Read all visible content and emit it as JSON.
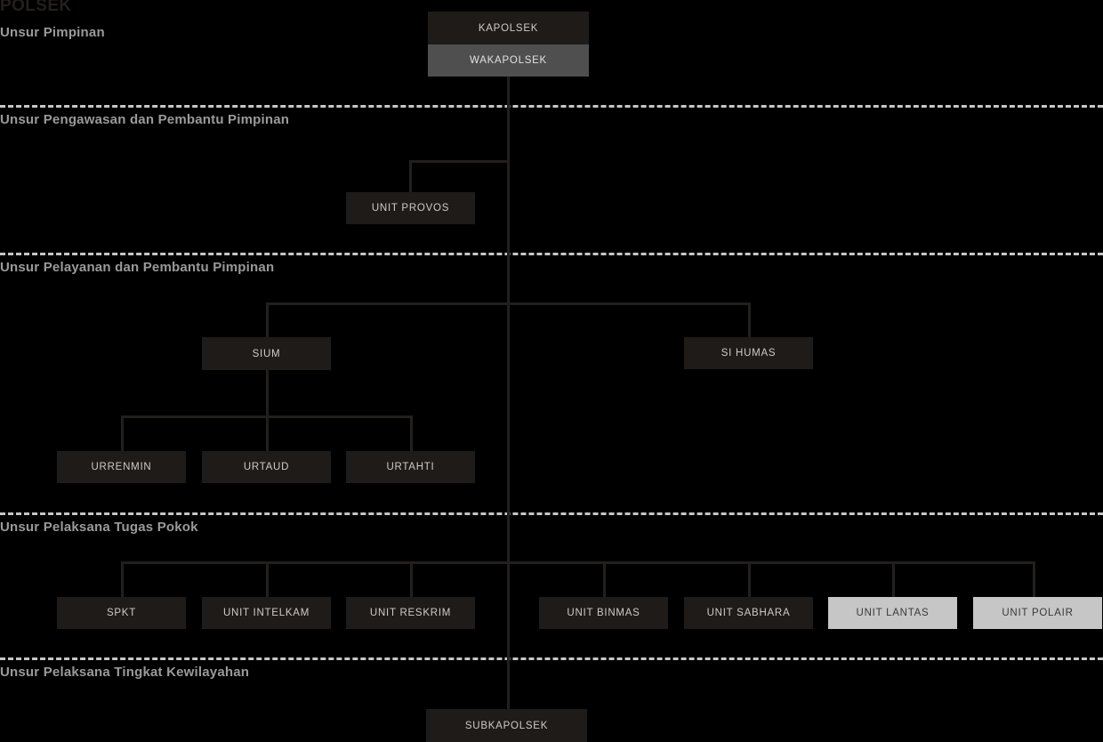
{
  "page": {
    "title": "POLSEK",
    "background_color": "#000000",
    "box_dark_color": "#1f1b19",
    "box_mid_color": "#4f4f4f",
    "box_light_color": "#c6c6c6",
    "line_color": "#231f1d",
    "divider_color": "#c6c6c6",
    "section_label_color": "#9a9a9a"
  },
  "sections": [
    {
      "id": "pimpinan",
      "label": "Unsur Pimpinan"
    },
    {
      "id": "pengawasan",
      "label": "Unsur Pengawasan dan Pembantu Pimpinan"
    },
    {
      "id": "pelayanan",
      "label": "Unsur Pelayanan dan Pembantu Pimpinan"
    },
    {
      "id": "tugas_pokok",
      "label": "Unsur Pelaksana Tugas Pokok"
    },
    {
      "id": "kewilayahan",
      "label": "Unsur Pelaksana Tingkat Kewilayahan"
    }
  ],
  "nodes": {
    "kapolsek": "KAPOLSEK",
    "wakapolsek": "WAKAPOLSEK",
    "unit_provos": "UNIT PROVOS",
    "sium": "SIUM",
    "si_humas": "SI HUMAS",
    "urrenmin": "URRENMIN",
    "urtaud": "URTAUD",
    "urtahti": "URTAHTI",
    "spkt": "SPKT",
    "unit_intelkam": "UNIT INTELKAM",
    "unit_reskrim": "UNIT RESKRIM",
    "unit_binmas": "UNIT BINMAS",
    "unit_sabhara": "UNIT SABHARA",
    "unit_lantas": "UNIT LANTAS",
    "unit_polair": "UNIT POLAIR",
    "subkapolsek": "SUBKAPOLSEK"
  }
}
